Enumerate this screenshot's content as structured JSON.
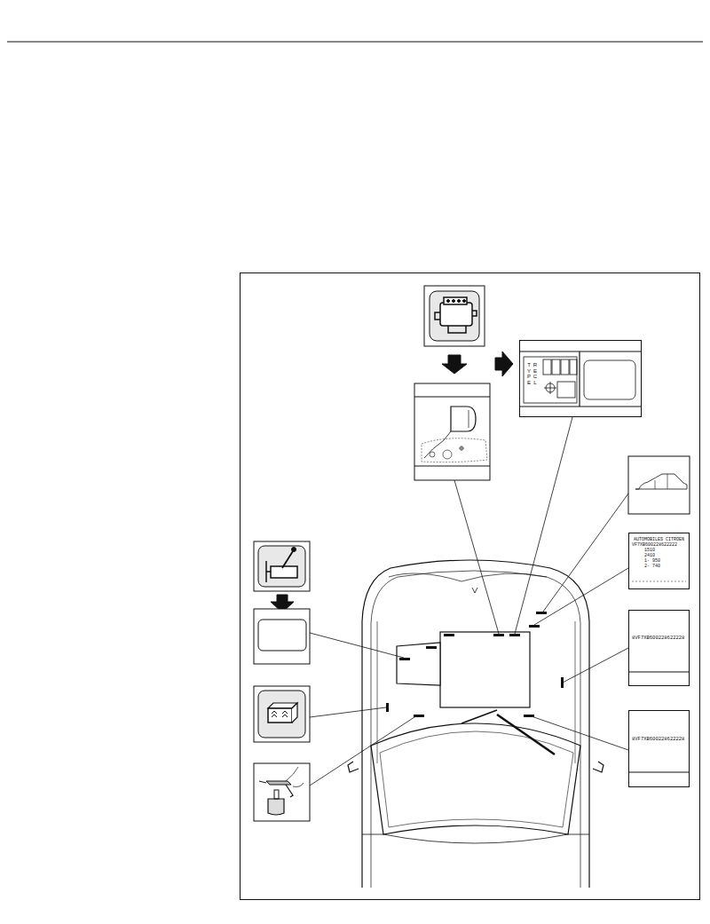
{
  "diagram": {
    "nodes": [
      {
        "text": [
          "TYPE",
          "RECL"
        ]
      },
      {
        "text": [
          "AUTOMOBILES CITROEN",
          "VF7XB600228622222",
          "1510",
          "2410",
          "1- 950",
          "2- 740"
        ]
      },
      {
        "text": [
          "8VF7XB600228622228"
        ]
      },
      {
        "text": [
          "8VF7XB600228622228"
        ]
      }
    ]
  }
}
